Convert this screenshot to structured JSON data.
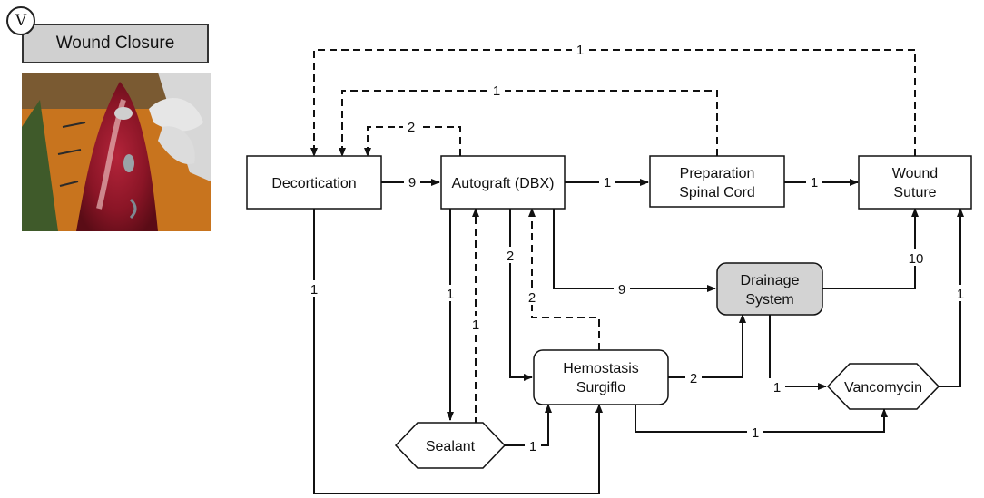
{
  "header": {
    "badge": "V",
    "title": "Wound Closure"
  },
  "photo": {
    "icon": "surgical-wound-photo"
  },
  "nodes": {
    "decortication": {
      "label": [
        "Decortication"
      ]
    },
    "autograft": {
      "label": [
        "Autograft (DBX)"
      ]
    },
    "preparation": {
      "label": [
        "Preparation",
        "Spinal Cord"
      ]
    },
    "wound_suture": {
      "label": [
        "Wound",
        "Suture"
      ]
    },
    "drainage": {
      "label": [
        "Drainage",
        "System"
      ]
    },
    "hemostasis": {
      "label": [
        "Hemostasis",
        "Surgiflo"
      ]
    },
    "sealant": {
      "label": [
        "Sealant"
      ]
    },
    "vancomycin": {
      "label": [
        "Vancomycin"
      ]
    }
  },
  "edges": [
    {
      "from": "Decortication",
      "to": "Autograft (DBX)",
      "label": "9",
      "dashed": false
    },
    {
      "from": "Autograft (DBX)",
      "to": "Preparation Spinal Cord",
      "label": "1",
      "dashed": false
    },
    {
      "from": "Preparation Spinal Cord",
      "to": "Wound Suture",
      "label": "1",
      "dashed": false
    },
    {
      "from": "Wound Suture",
      "to": "Decortication",
      "label": "1",
      "dashed": true
    },
    {
      "from": "Preparation Spinal Cord",
      "to": "Decortication",
      "label": "1",
      "dashed": true
    },
    {
      "from": "Autograft (DBX)",
      "to": "Decortication",
      "label": "2",
      "dashed": true
    },
    {
      "from": "Decortication",
      "to": "Hemostasis Surgiflo",
      "label": "1",
      "dashed": false
    },
    {
      "from": "Autograft (DBX)",
      "to": "Sealant",
      "label": "1",
      "dashed": false
    },
    {
      "from": "Sealant",
      "to": "Autograft (DBX)",
      "label": "1",
      "dashed": true
    },
    {
      "from": "Autograft (DBX)",
      "to": "Hemostasis Surgiflo",
      "label": "2",
      "dashed": false
    },
    {
      "from": "Hemostasis Surgiflo",
      "to": "Autograft (DBX)",
      "label": "2",
      "dashed": true
    },
    {
      "from": "Autograft (DBX)",
      "to": "Drainage System",
      "label": "9",
      "dashed": false
    },
    {
      "from": "Drainage System",
      "to": "Wound Suture",
      "label": "10",
      "dashed": false
    },
    {
      "from": "Hemostasis Surgiflo",
      "to": "Drainage System",
      "label": "2",
      "dashed": false
    },
    {
      "from": "Drainage System",
      "to": "Vancomycin",
      "label": "1",
      "dashed": false
    },
    {
      "from": "Vancomycin",
      "to": "Wound Suture",
      "label": "1",
      "dashed": false
    },
    {
      "from": "Hemostasis Surgiflo",
      "to": "Vancomycin",
      "label": "1",
      "dashed": false
    },
    {
      "from": "Sealant",
      "to": "Hemostasis Surgiflo",
      "label": "1",
      "dashed": false
    }
  ],
  "colors": {
    "line": "#111111",
    "title_fill": "#d0d0d0",
    "drainage_fill": "#d3d3d3"
  }
}
